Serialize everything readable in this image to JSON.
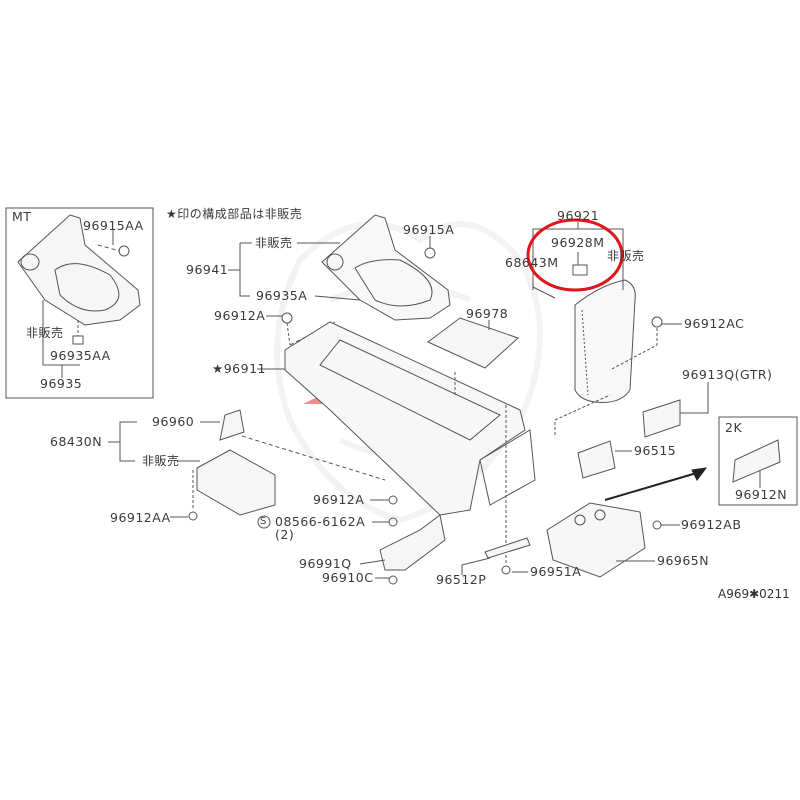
{
  "note": "★印の構成部品は非販売",
  "not_sold": "非販売",
  "mt_inset": {
    "title": "MT",
    "labels": {
      "clip": "96915AA",
      "not_sold": "非販売",
      "boot": "96935AA",
      "assembly": "96935"
    }
  },
  "k2_inset": {
    "title": "2K",
    "label": "96912N"
  },
  "labels": {
    "p96941": "96941",
    "p96935A": "96935A",
    "p96912A_top": "96912A",
    "p96911": "★96911",
    "p96915A": "96915A",
    "p96978": "96978",
    "p96921": "96921",
    "p96928M": "96928M",
    "p68643M": "68643M",
    "p96912AC": "96912AC",
    "p96913Q": "96913Q(GTR)",
    "p96960": "96960",
    "p68430N": "68430N",
    "p96912AA": "96912AA",
    "p96912A_mid": "96912A",
    "p08566": "08566-6162A",
    "p08566_qty": "(2)",
    "p08566_symbol": "S",
    "p96991Q": "96991Q",
    "p96910C": "96910C",
    "p96515": "96515",
    "p96912AB": "96912AB",
    "p96965N": "96965N",
    "p96951A": "96951A",
    "p96512P": "96512P"
  },
  "figure_code": "A969✱0211",
  "highlight_color": "#e0161c",
  "watermark_color": "#e85a5a"
}
